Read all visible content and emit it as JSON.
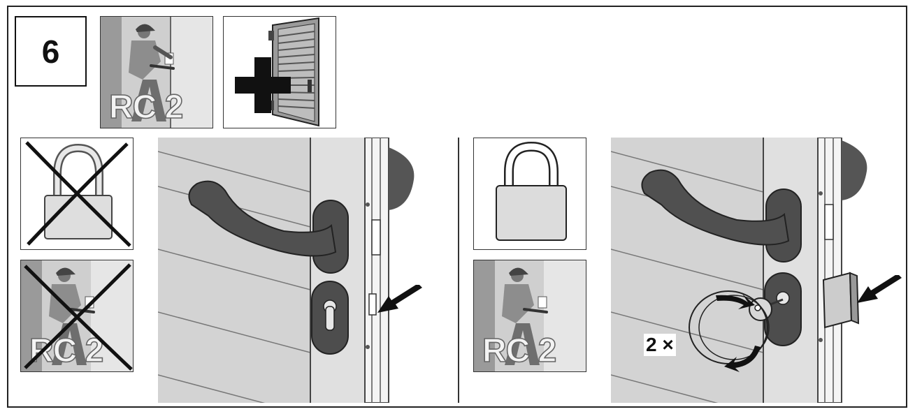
{
  "step": {
    "number": "6"
  },
  "badges": {
    "rc_label_top": "RC 2",
    "rc_label_crossed": "RC 2",
    "rc_label_right": "RC 2"
  },
  "instruction": {
    "turn_count": "2 ×"
  },
  "icons": [
    "burglar-rc2-icon",
    "plus-icon",
    "shutter-door-icon",
    "padlock-icon",
    "cross-out-icon",
    "door-handle-icon",
    "lock-cylinder-icon",
    "arrow-icon",
    "rotate-arrow-icon",
    "key-icon"
  ],
  "colors": {
    "line": "#222222",
    "handle": "#555555",
    "panel": "#d4d4d4",
    "background": "#ffffff"
  }
}
